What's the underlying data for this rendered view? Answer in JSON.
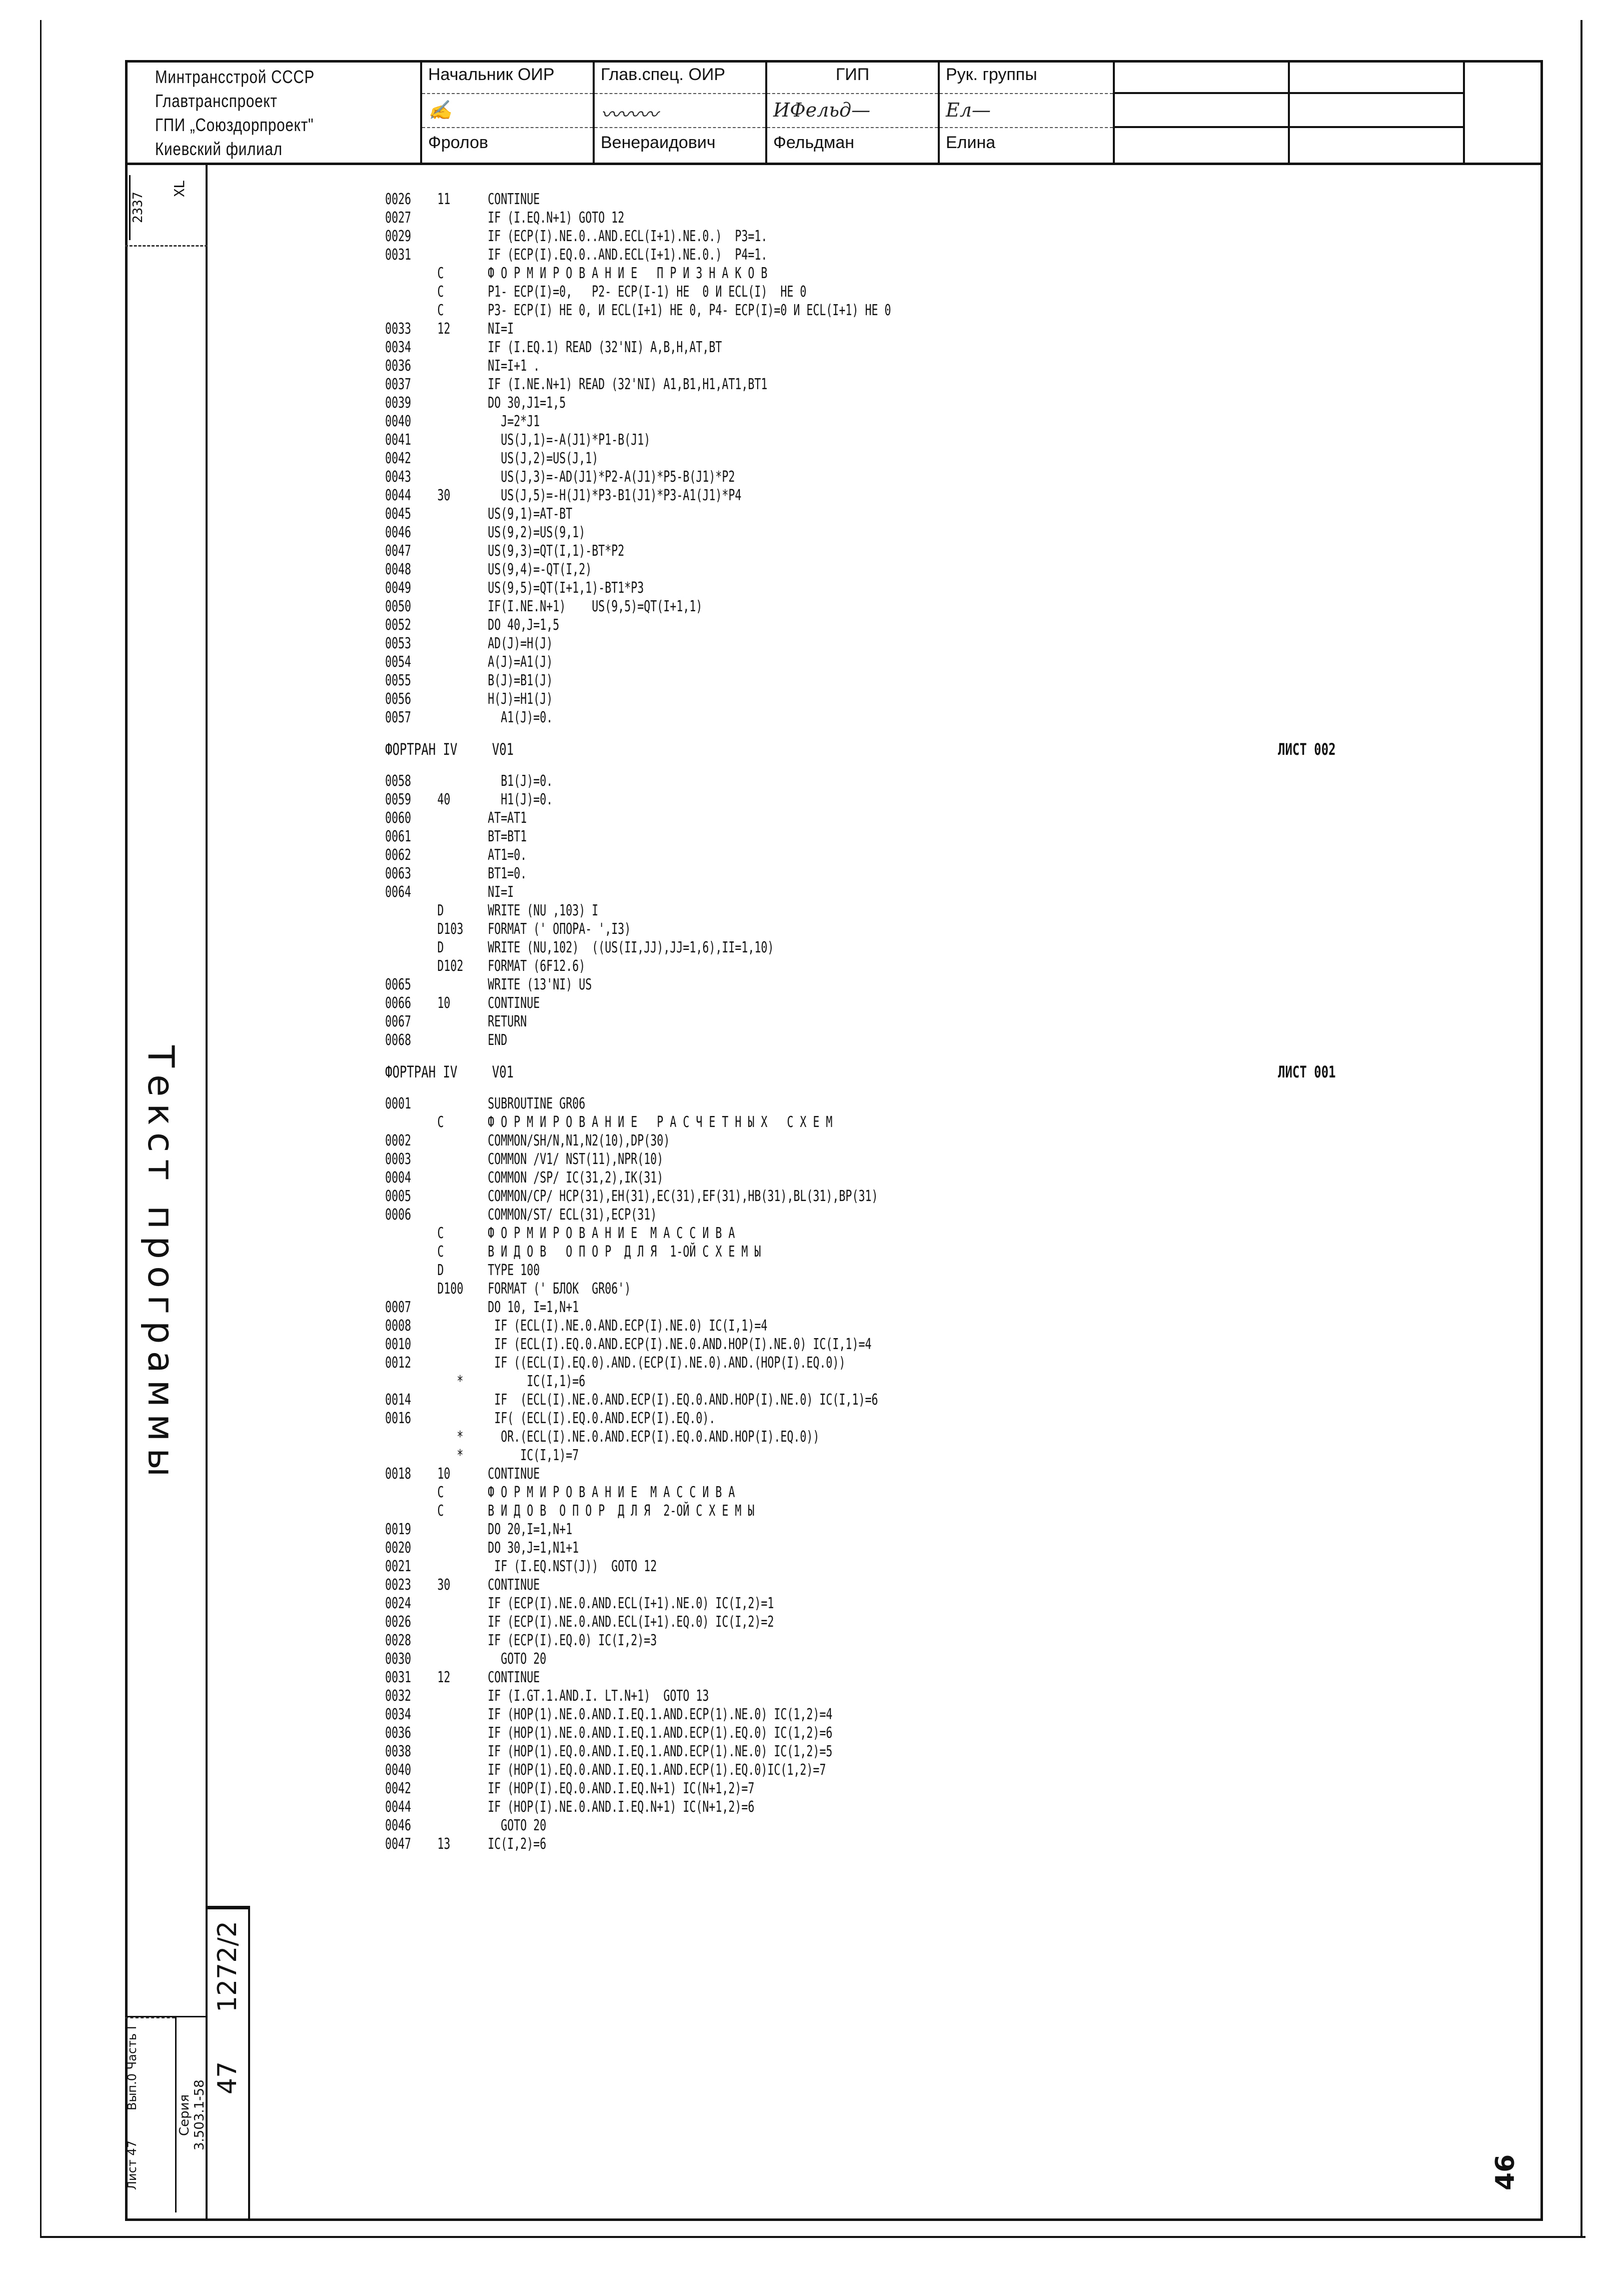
{
  "title_block": {
    "organization": [
      "Минтрансстрой СССР",
      "Главтранспроект",
      "ГПИ „Союздорпроект\"",
      "Киевский филиал"
    ],
    "columns": [
      {
        "role": "Начальник ОИР",
        "signature": "signed",
        "name": "Фролов"
      },
      {
        "role": "Глав.спец. ОИР",
        "signature": "signed",
        "name": "Венераидович"
      },
      {
        "role": "ГИП",
        "signature": "signed",
        "name": "Фельдман"
      },
      {
        "role": "Рук. группы",
        "signature": "signed",
        "name": "Елина"
      },
      {
        "role": "",
        "signature": "",
        "name": ""
      },
      {
        "role": "",
        "signature": "",
        "name": ""
      }
    ]
  },
  "side_strip": {
    "stamp_a": "2337",
    "stamp_b": "XL",
    "vertical_title": "Текст программы",
    "series_label": "Серия",
    "series_value": "3.503.1-58",
    "issue_label": "Вып.0",
    "issue_part": "Часть I",
    "sheet_label": "Лист",
    "sheet_value": "47",
    "doc_number": "1272/2",
    "doc_sheet": "47"
  },
  "page_number": "46",
  "listing": {
    "block1": [
      {
        "num": "0026",
        "label": "11",
        "text": "CONTINUE"
      },
      {
        "num": "0027",
        "label": "",
        "text": "IF (I.EQ.N+1) GOTO 12"
      },
      {
        "num": "0029",
        "label": "",
        "text": "IF (ECP(I).NE.0..AND.ECL(I+1).NE.0.)  P3=1."
      },
      {
        "num": "0031",
        "label": "",
        "text": "IF (ECP(I).EQ.0..AND.ECL(I+1).NE.0.)  P4=1."
      },
      {
        "num": "",
        "label": "C",
        "text": "Ф О Р М И Р О В А Н И Е   П Р И З Н А К О В"
      },
      {
        "num": "",
        "label": "C",
        "text": "P1- ECP(I)=0,   P2- ECP(I-1) НЕ  0 И ECL(I)  НЕ 0"
      },
      {
        "num": "",
        "label": "C",
        "text": "P3- ECP(I) НЕ 0, И ECL(I+1) НЕ 0, P4- ECP(I)=0 И ECL(I+1) НЕ 0"
      },
      {
        "num": "0033",
        "label": "12",
        "text": "NI=I"
      },
      {
        "num": "0034",
        "label": "",
        "text": "IF (I.EQ.1) READ (32'NI) A,B,H,AT,BT"
      },
      {
        "num": "0036",
        "label": "",
        "text": "NI=I+1 ."
      },
      {
        "num": "0037",
        "label": "",
        "text": "IF (I.NE.N+1) READ (32'NI) A1,B1,H1,AT1,BT1"
      },
      {
        "num": "0039",
        "label": "",
        "text": "DO 30,J1=1,5"
      },
      {
        "num": "0040",
        "label": "",
        "text": "  J=2*J1"
      },
      {
        "num": "0041",
        "label": "",
        "text": "  US(J,1)=-A(J1)*P1-B(J1)"
      },
      {
        "num": "0042",
        "label": "",
        "text": "  US(J,2)=US(J,1)"
      },
      {
        "num": "0043",
        "label": "",
        "text": "  US(J,3)=-AD(J1)*P2-A(J1)*P5-B(J1)*P2"
      },
      {
        "num": "0044",
        "label": "30",
        "text": "  US(J,5)=-H(J1)*P3-B1(J1)*P3-A1(J1)*P4"
      },
      {
        "num": "0045",
        "label": "",
        "text": "US(9,1)=AT-BT"
      },
      {
        "num": "0046",
        "label": "",
        "text": "US(9,2)=US(9,1)"
      },
      {
        "num": "0047",
        "label": "",
        "text": "US(9,3)=QT(I,1)-BT*P2"
      },
      {
        "num": "0048",
        "label": "",
        "text": "US(9,4)=-QT(I,2)"
      },
      {
        "num": "0049",
        "label": "",
        "text": "US(9,5)=QT(I+1,1)-BT1*P3"
      },
      {
        "num": "0050",
        "label": "",
        "text": "IF(I.NE.N+1)    US(9,5)=QT(I+1,1)"
      },
      {
        "num": "0052",
        "label": "",
        "text": "DO 40,J=1,5"
      },
      {
        "num": "0053",
        "label": "",
        "text": "AD(J)=H(J)"
      },
      {
        "num": "0054",
        "label": "",
        "text": "A(J)=A1(J)"
      },
      {
        "num": "0055",
        "label": "",
        "text": "B(J)=B1(J)"
      },
      {
        "num": "0056",
        "label": "",
        "text": "H(J)=H1(J)"
      },
      {
        "num": "0057",
        "label": "",
        "text": "  A1(J)=0."
      }
    ],
    "page_header_1": {
      "lang": "ФОРТРАН IV",
      "version": "V01",
      "sheet": "ЛИСТ 002"
    },
    "block2": [
      {
        "num": "0058",
        "label": "",
        "text": "  B1(J)=0."
      },
      {
        "num": "0059",
        "label": "40",
        "text": "  H1(J)=0."
      },
      {
        "num": "0060",
        "label": "",
        "text": "AT=AT1"
      },
      {
        "num": "0061",
        "label": "",
        "text": "BT=BT1"
      },
      {
        "num": "0062",
        "label": "",
        "text": "AT1=0."
      },
      {
        "num": "0063",
        "label": "",
        "text": "BT1=0."
      },
      {
        "num": "0064",
        "label": "",
        "text": "NI=I"
      },
      {
        "num": "",
        "label": "D",
        "text": "WRITE (NU ,103) I"
      },
      {
        "num": "",
        "label": "D103",
        "text": "FORMAT (' ОПОРА- ',I3)"
      },
      {
        "num": "",
        "label": "D",
        "text": "WRITE (NU,102)  ((US(II,JJ),JJ=1,6),II=1,10)"
      },
      {
        "num": "",
        "label": "D102",
        "text": "FORMAT (6F12.6)"
      },
      {
        "num": "0065",
        "label": "",
        "text": "WRITE (13'NI) US"
      },
      {
        "num": "0066",
        "label": "10",
        "text": "CONTINUE"
      },
      {
        "num": "0067",
        "label": "",
        "text": "RETURN"
      },
      {
        "num": "0068",
        "label": "",
        "text": "END"
      }
    ],
    "page_header_2": {
      "lang": "ФОРТРАН IV",
      "version": "V01",
      "sheet": "ЛИСТ 001"
    },
    "block3": [
      {
        "num": "0001",
        "label": "",
        "text": "SUBROUTINE GR06"
      },
      {
        "num": "",
        "label": "C",
        "text": "Ф О Р М И Р О В А Н И Е   Р А С Ч Е Т Н Ы Х   С Х Е М"
      },
      {
        "num": "0002",
        "label": "",
        "text": "COMMON/SH/N,N1,N2(10),DP(30)"
      },
      {
        "num": "0003",
        "label": "",
        "text": "COMMON /V1/ NST(11),NPR(10)"
      },
      {
        "num": "0004",
        "label": "",
        "text": "COMMON /SP/ IC(31,2),IK(31)"
      },
      {
        "num": "0005",
        "label": "",
        "text": "COMMON/CP/ HCP(31),EH(31),EC(31),EF(31),HB(31),BL(31),BP(31)"
      },
      {
        "num": "0006",
        "label": "",
        "text": "COMMON/ST/ ECL(31),ECP(31)"
      },
      {
        "num": "",
        "label": "C",
        "text": "Ф О Р М И Р О В А Н И Е  М А С С И В А"
      },
      {
        "num": "",
        "label": "C",
        "text": "В И Д О В   О П О Р  Д Л Я  1-ОЙ С Х Е М Ы"
      },
      {
        "num": "",
        "label": "D",
        "text": "TYPE 100"
      },
      {
        "num": "",
        "label": "D100",
        "text": "FORMAT (' БЛОК  GR06')"
      },
      {
        "num": "0007",
        "label": "",
        "text": "DO 10, I=1,N+1"
      },
      {
        "num": "0008",
        "label": "",
        "text": " IF (ECL(I).NE.0.AND.ECP(I).NE.0) IC(I,1)=4"
      },
      {
        "num": "0010",
        "label": "",
        "text": " IF (ECL(I).EQ.0.AND.ECP(I).NE.0.AND.HOP(I).NE.0) IC(I,1)=4"
      },
      {
        "num": "0012",
        "label": "",
        "text": " IF ((ECL(I).EQ.0).AND.(ECP(I).NE.0).AND.(HOP(I).EQ.0))"
      },
      {
        "num": "",
        "label": "   *",
        "text": "      IC(I,1)=6"
      },
      {
        "num": "0014",
        "label": "",
        "text": " IF  (ECL(I).NE.0.AND.ECP(I).EQ.0.AND.HOP(I).NE.0) IC(I,1)=6"
      },
      {
        "num": "0016",
        "label": "",
        "text": " IF( (ECL(I).EQ.0.AND.ECP(I).EQ.0)."
      },
      {
        "num": "",
        "label": "   *",
        "text": "  OR.(ECL(I).NE.0.AND.ECP(I).EQ.0.AND.HOP(I).EQ.0))"
      },
      {
        "num": "",
        "label": "   *",
        "text": "     IC(I,1)=7"
      },
      {
        "num": "0018",
        "label": "10",
        "text": "CONTINUE"
      },
      {
        "num": "",
        "label": "C",
        "text": "Ф О Р М И Р О В А Н И Е  М А С С И В А"
      },
      {
        "num": "",
        "label": "C",
        "text": "В И Д О В  О П О Р  Д Л Я  2-ОЙ С Х Е М Ы"
      },
      {
        "num": "0019",
        "label": "",
        "text": "DO 20,I=1,N+1"
      },
      {
        "num": "0020",
        "label": "",
        "text": "DO 30,J=1,N1+1"
      },
      {
        "num": "0021",
        "label": "",
        "text": " IF (I.EQ.NST(J))  GOTO 12"
      },
      {
        "num": "0023",
        "label": "30",
        "text": "CONTINUE"
      },
      {
        "num": "0024",
        "label": "",
        "text": "IF (ECP(I).NE.0.AND.ECL(I+1).NE.0) IC(I,2)=1"
      },
      {
        "num": "0026",
        "label": "",
        "text": "IF (ECP(I).NE.0.AND.ECL(I+1).EQ.0) IC(I,2)=2"
      },
      {
        "num": "0028",
        "label": "",
        "text": "IF (ECP(I).EQ.0) IC(I,2)=3"
      },
      {
        "num": "0030",
        "label": "",
        "text": "  GOTO 20"
      },
      {
        "num": "0031",
        "label": "12",
        "text": "CONTINUE"
      },
      {
        "num": "0032",
        "label": "",
        "text": "IF (I.GT.1.AND.I. LT.N+1)  GOTO 13"
      },
      {
        "num": "0034",
        "label": "",
        "text": "IF (HOP(1).NE.0.AND.I.EQ.1.AND.ECP(1).NE.0) IC(1,2)=4"
      },
      {
        "num": "0036",
        "label": "",
        "text": "IF (HOP(1).NE.0.AND.I.EQ.1.AND.ECP(1).EQ.0) IC(1,2)=6"
      },
      {
        "num": "0038",
        "label": "",
        "text": "IF (HOP(1).EQ.0.AND.I.EQ.1.AND.ECP(1).NE.0) IC(1,2)=5"
      },
      {
        "num": "0040",
        "label": "",
        "text": "IF (HOP(1).EQ.0.AND.I.EQ.1.AND.ECP(1).EQ.0)IC(1,2)=7"
      },
      {
        "num": "0042",
        "label": "",
        "text": "IF (HOP(I).EQ.0.AND.I.EQ.N+1) IC(N+1,2)=7"
      },
      {
        "num": "0044",
        "label": "",
        "text": "IF (HOP(I).NE.0.AND.I.EQ.N+1) IC(N+1,2)=6"
      },
      {
        "num": "0046",
        "label": "",
        "text": "  GOTO 20"
      },
      {
        "num": "0047",
        "label": "13",
        "text": "IC(I,2)=6"
      }
    ]
  }
}
